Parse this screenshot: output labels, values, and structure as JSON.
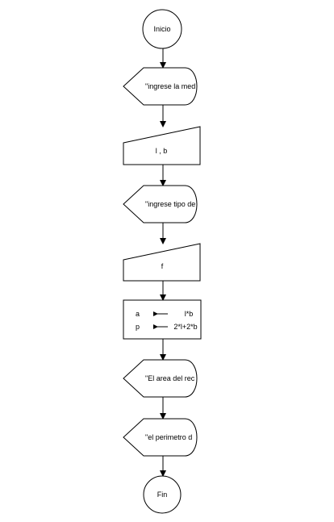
{
  "flowchart": {
    "start_label": "Inicio",
    "display_1": "\"ingrese la med",
    "input_1": "l , b",
    "display_2": "\"ingrese tipo de",
    "input_2": "f",
    "process": {
      "row_1": {
        "var": "a",
        "expr": "l*b"
      },
      "row_2": {
        "var": "p",
        "expr": "2*l+2*b"
      }
    },
    "display_3": "\"El area del rec",
    "display_4": "\"el perimetro d",
    "end_label": "Fin"
  },
  "colors": {
    "stroke": "#000000",
    "fill": "#ffffff"
  }
}
